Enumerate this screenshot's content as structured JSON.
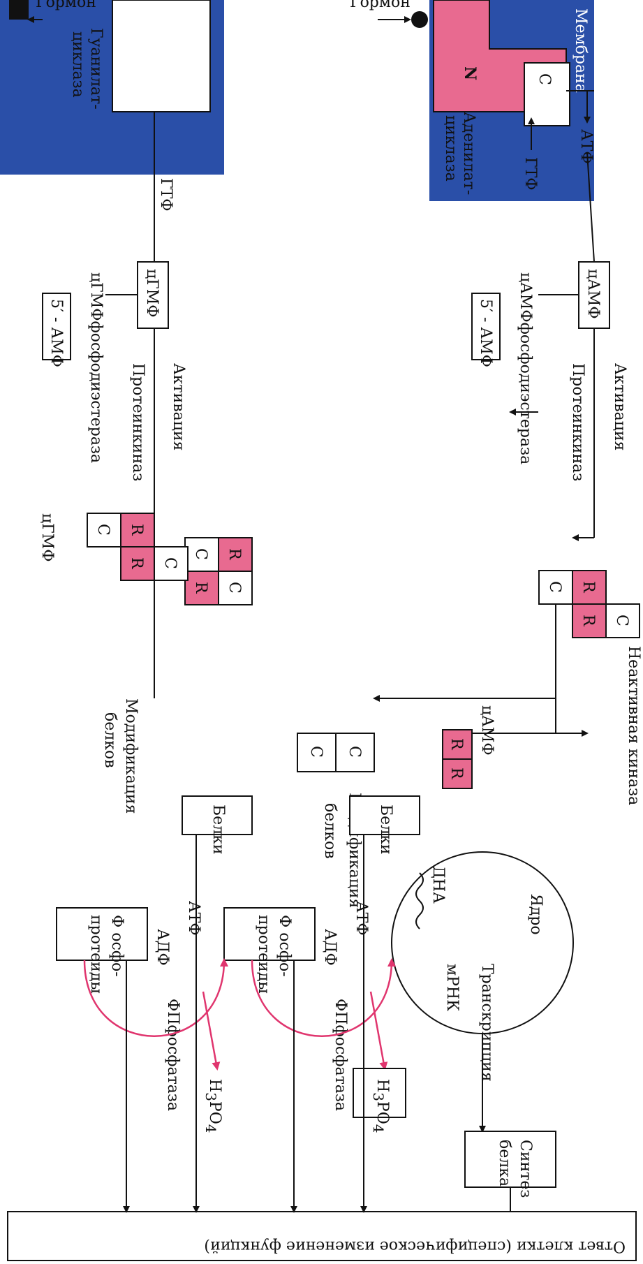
{
  "labels": {
    "hormone": "Гормон",
    "membrane": "Мембрана",
    "adenylate_cyclase": "Аденилат-",
    "adenylate_cyclase2": "циклаза",
    "guanylate_cyclase": "Гуанилат-",
    "guanylate_cyclase2": "циклаза",
    "subunit_c": "C",
    "subunit_n": "N",
    "atp": "АТФ",
    "gtp": "ГТФ",
    "camp": "цАМФ",
    "cgmp": "цГМФ",
    "activation": "Активация",
    "protein_kinase": "Протеинкиназ",
    "camp_pde": "цАМФфосфодиэстераза",
    "cgmp_pde": "цГМФфосфодиэстераза",
    "amp5": "5′ - АМФ",
    "inactive_kinase": "Неактивная киназа",
    "r": "R",
    "c": "C",
    "nucleus": "Ядро",
    "dna": "ДНА",
    "transcription": "Транскрипция",
    "mrna": "мРНК",
    "protein_synthesis1": "Синтез",
    "protein_synthesis2": "белка",
    "cell_response": "Ответ клетки (специфическое изменение функций)",
    "protein_modification1": "Модификация",
    "protein_modification2": "белков",
    "proteins": "Белки",
    "phospho1": "Ф осфо-",
    "phospho2": "протеиды",
    "adp": "АДФ",
    "phosphatase": "ФПфосфатаза",
    "h3po4": "H",
    "h3po4_sub3": "3",
    "h3po4_po": "PO",
    "h3po4_sub4": "4"
  },
  "colors": {
    "membrane": "#2a4fa8",
    "pink": "#e86a90",
    "red_arrow": "#e0356e",
    "black": "#111111"
  }
}
